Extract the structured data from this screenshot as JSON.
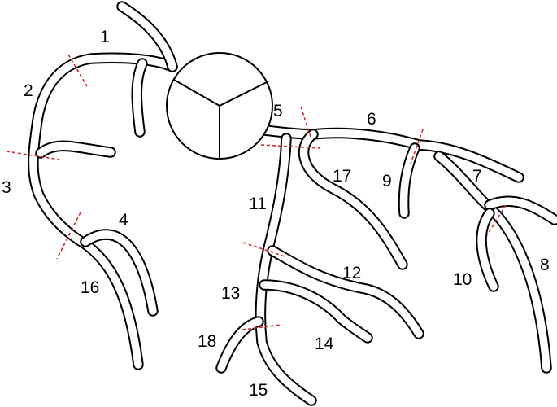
{
  "segments": [
    {
      "number": "1"
    },
    {
      "number": "2"
    },
    {
      "number": "3"
    },
    {
      "number": "4"
    },
    {
      "number": "5"
    },
    {
      "number": "6"
    },
    {
      "number": "7"
    },
    {
      "number": "8"
    },
    {
      "number": "9"
    },
    {
      "number": "10"
    },
    {
      "number": "11"
    },
    {
      "number": "12"
    },
    {
      "number": "13"
    },
    {
      "number": "14"
    },
    {
      "number": "15"
    },
    {
      "number": "16"
    },
    {
      "number": "17"
    },
    {
      "number": "18"
    }
  ],
  "colors": {
    "vessel_outline": "#000000",
    "background": "#ffffff",
    "segment_boundary": "#d42a2a"
  }
}
